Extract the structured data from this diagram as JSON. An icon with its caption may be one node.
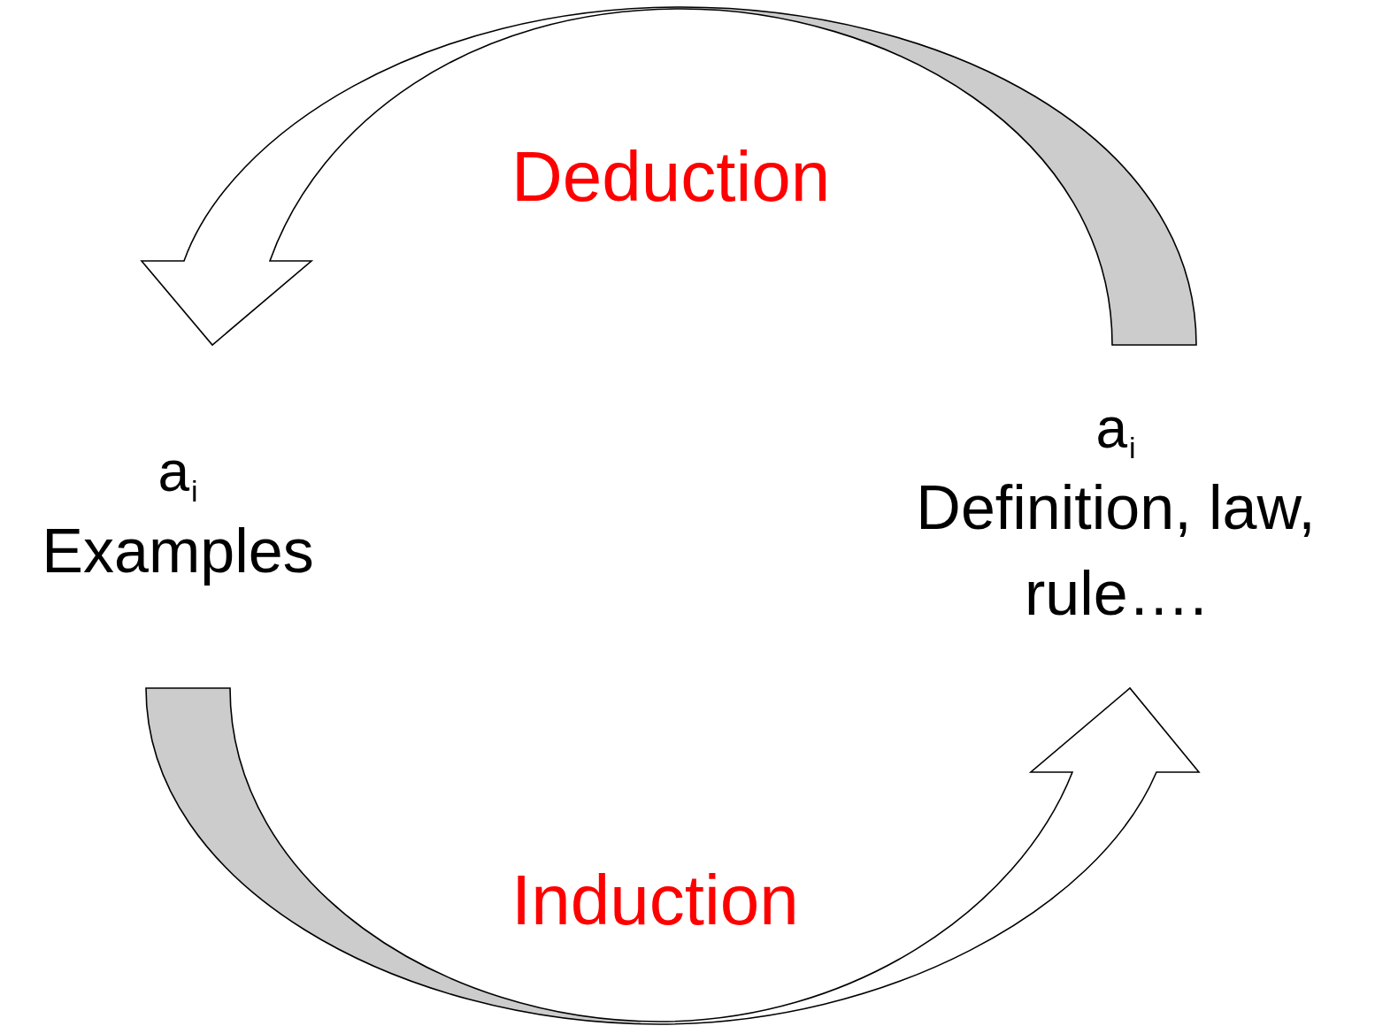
{
  "diagram": {
    "nodes": [
      {
        "text": [
          "a$_{i}$",
          "Examples"
        ]
      },
      {
        "text": [
          "a$_{i}$",
          "Definition, law, rule…."
        ]
      }
    ],
    "edges": [
      {
        "from": 1,
        "to": 0,
        "arrow": "to",
        "label": "Deduction"
      },
      {
        "from": 0,
        "to": 1,
        "arrow": "to",
        "label": "Induction"
      }
    ]
  }
}
